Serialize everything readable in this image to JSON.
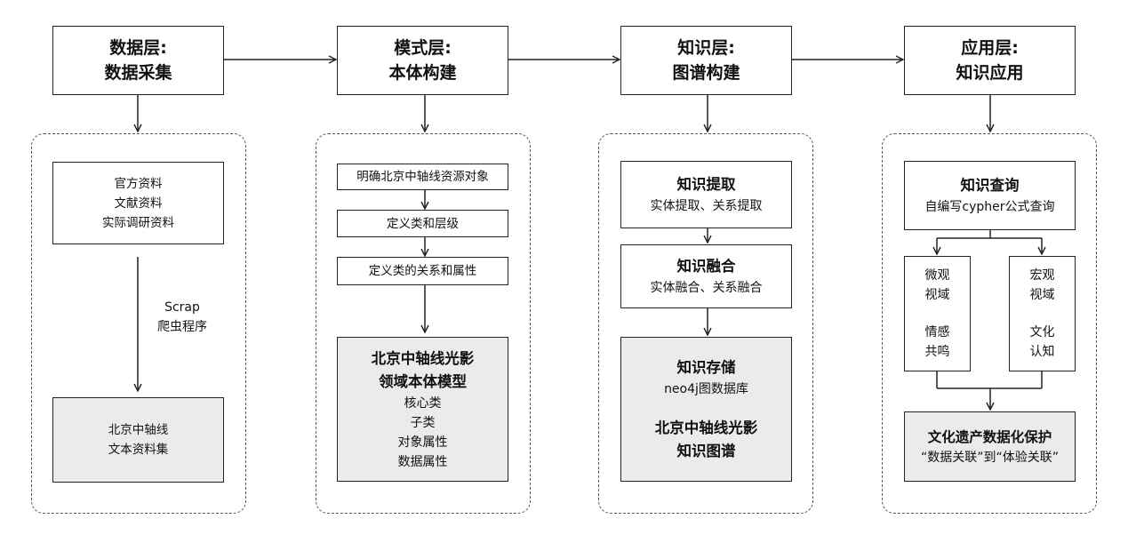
{
  "layers": [
    {
      "name": "数据层:",
      "sub": "数据采集"
    },
    {
      "name": "模式层:",
      "sub": "本体构建"
    },
    {
      "name": "知识层:",
      "sub": "图谱构建"
    },
    {
      "name": "应用层:",
      "sub": "知识应用"
    }
  ],
  "col1": {
    "sources": [
      "官方资料",
      "文献资料",
      "实际调研资料"
    ],
    "crawler": [
      "Scrap",
      "爬虫程序"
    ],
    "dataset": [
      "北京中轴线",
      "文本资料集"
    ]
  },
  "col2": {
    "steps": [
      "明确北京中轴线资源对象",
      "定义类和层级",
      "定义类的关系和属性"
    ],
    "model_title": [
      "北京中轴线光影",
      "领域本体模型"
    ],
    "model_items": [
      "核心类",
      "子类",
      "对象属性",
      "数据属性"
    ]
  },
  "col3": {
    "extract_title": "知识提取",
    "extract_desc": "实体提取、关系提取",
    "fusion_title": "知识融合",
    "fusion_desc": "实体融合、关系融合",
    "store_title": "知识存储",
    "store_desc": "neo4j图数据库",
    "graph_title": [
      "北京中轴线光影",
      "知识图谱"
    ]
  },
  "col4": {
    "query_title": "知识查询",
    "query_desc": "自编写cypher公式查询",
    "micro": [
      "微观",
      "视域",
      "情感",
      "共鸣"
    ],
    "macro": [
      "宏观",
      "视域",
      "文化",
      "认知"
    ],
    "result_title": "文化遗产数据化保护",
    "result_desc": "“数据关联”到“体验关联”"
  }
}
